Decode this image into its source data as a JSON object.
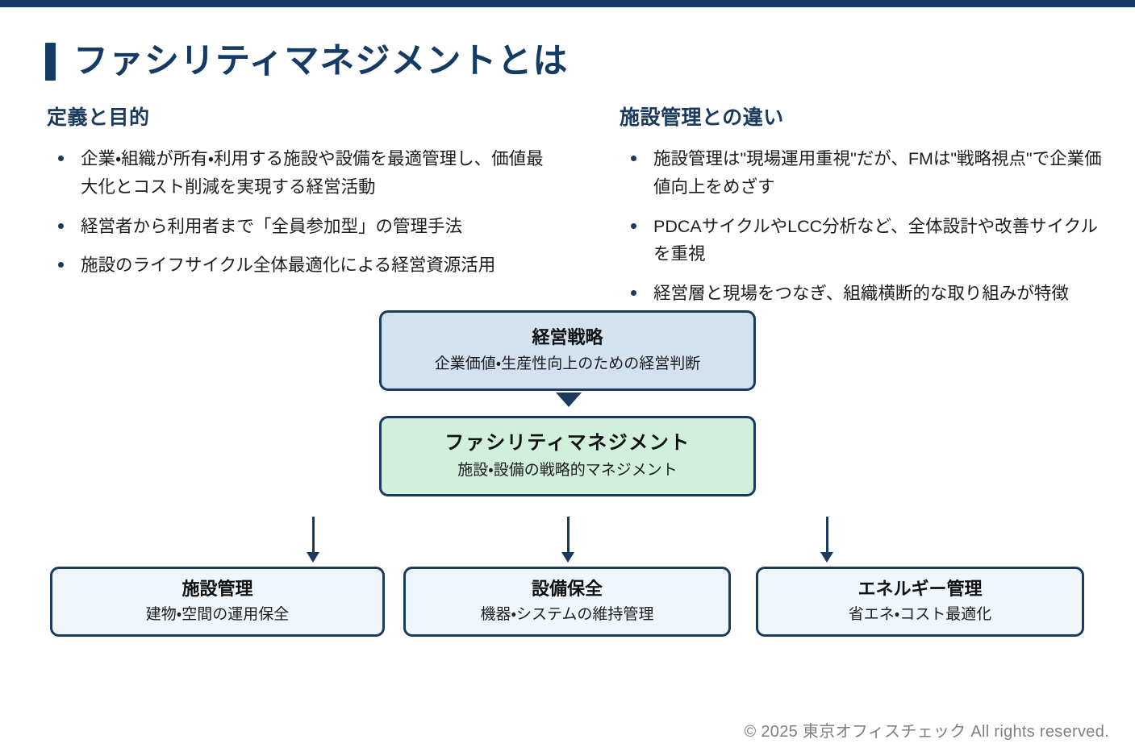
{
  "theme": {
    "navy": "#143a66",
    "navy_border": "#1b3a5f",
    "box_blue": "#d2e2f0",
    "box_green": "#d0efdc",
    "box_pale": "#eff6fc",
    "footer_gray": "#808080",
    "background": "#ffffff"
  },
  "header": {
    "title": "ファシリティマネジメントとは"
  },
  "columns": [
    {
      "heading": "定義と目的",
      "bullets": [
        "企業・組織が所有・利用する施設や設備を最適管理し、価値最大化とコスト削減を実現する経営活動",
        "経営者から利用者まで「全員参加型」の管理手法",
        "施設のライフサイクル全体最適化による経営資源活用"
      ]
    },
    {
      "heading": "施設管理との違い",
      "bullets": [
        "施設管理は\"現場運用重視\"だが、FMは\"戦略視点\"で企業価値向上をめざす",
        "PDCAサイクルやLCC分析など、全体設計や改善サイクルを重視",
        "経営層と現場をつなぎ、組織横断的な取り組みが特徴"
      ]
    }
  ],
  "diagram": {
    "strategy": {
      "title": "経営戦略",
      "subtitle": "企業価値・生産性向上のための経営判断"
    },
    "fm": {
      "title": "ファシリティマネジメント",
      "subtitle": "施設・設備の戦略的マネジメント"
    },
    "leaves": [
      {
        "title": "施設管理",
        "subtitle": "建物・空間の運用保全"
      },
      {
        "title": "設備保全",
        "subtitle": "機器・システムの維持管理"
      },
      {
        "title": "エネルギー管理",
        "subtitle": "省エネ・コスト最適化"
      }
    ]
  },
  "footer": {
    "copyright": "© 2025 東京オフィスチェック All rights reserved."
  }
}
